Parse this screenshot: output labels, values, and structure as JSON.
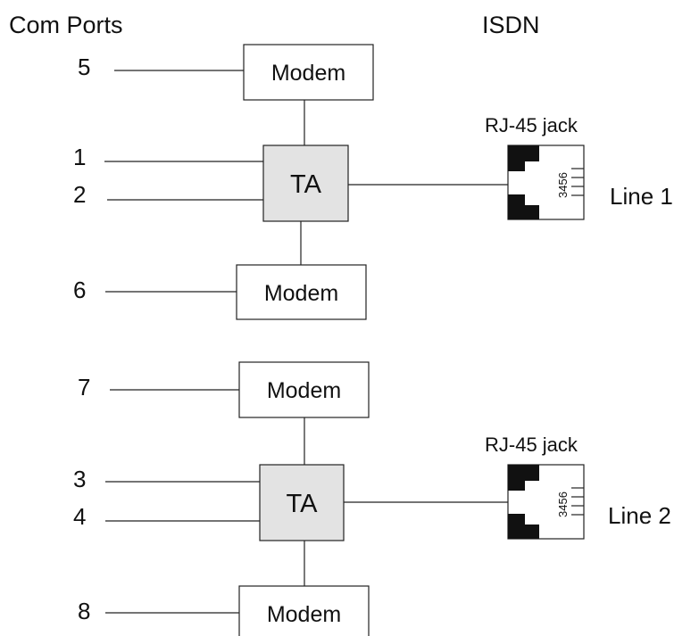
{
  "headers": {
    "com_ports": "Com Ports",
    "isdn": "ISDN"
  },
  "groups": [
    {
      "ports": [
        "5",
        "1",
        "2",
        "6"
      ],
      "top_modem": "Modem",
      "ta": "TA",
      "bottom_modem": "Modem",
      "jack_title": "RJ-45 jack",
      "jack_pins": "3456",
      "line": "Line 1"
    },
    {
      "ports": [
        "7",
        "3",
        "4",
        "8"
      ],
      "top_modem": "Modem",
      "ta": "TA",
      "bottom_modem": "Modem",
      "jack_title": "RJ-45 jack",
      "jack_pins": "3456",
      "line": "Line 2"
    }
  ],
  "colors": {
    "ta_fill": "#e3e3e3",
    "line": "#222222"
  }
}
